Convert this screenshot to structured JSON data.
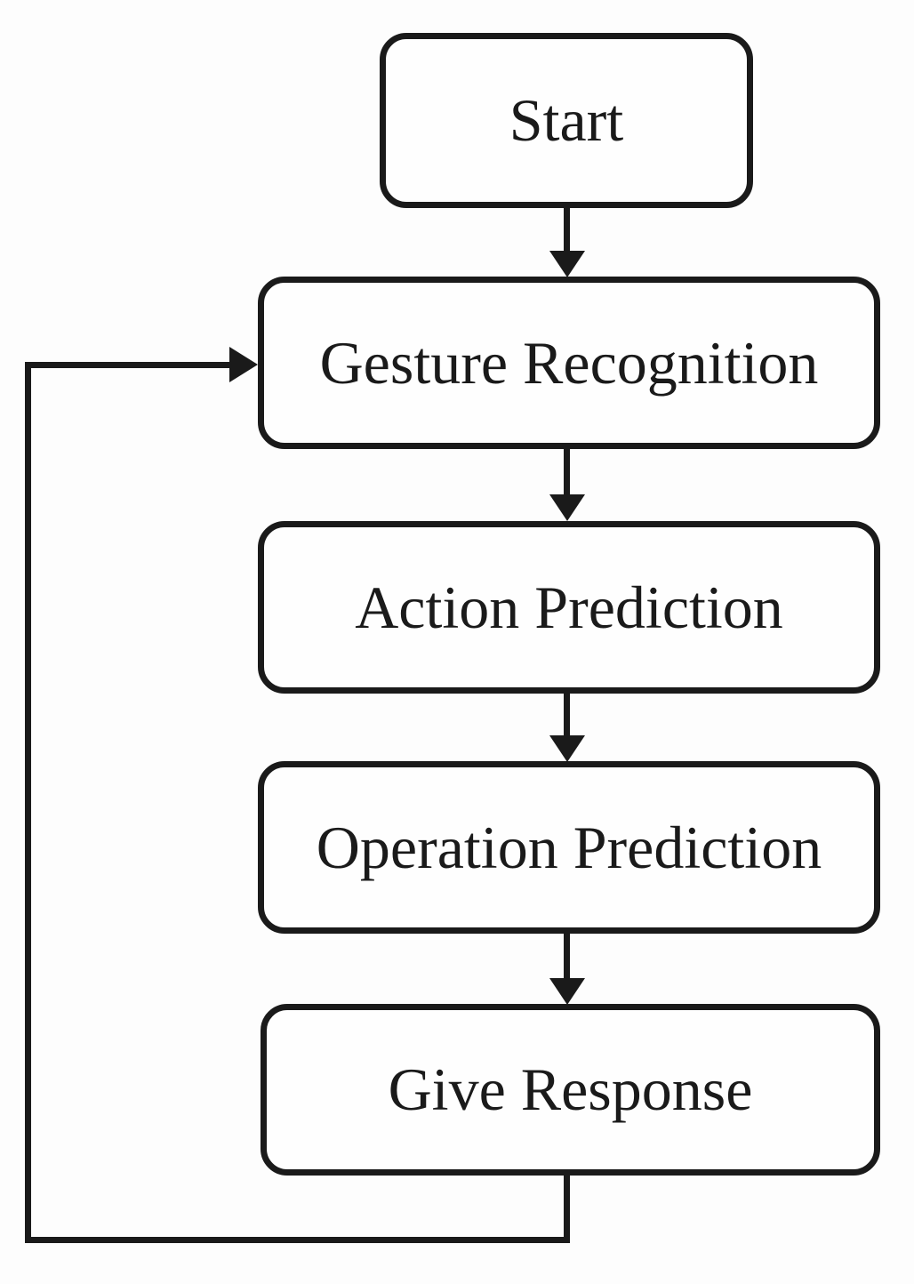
{
  "diagram": {
    "type": "flowchart",
    "background_color": "#fdfdfd",
    "line_color": "#1a1a1a",
    "nodes": [
      {
        "id": "start",
        "label": "Start",
        "shape": "rounded-rectangle"
      },
      {
        "id": "gesture",
        "label": "Gesture Recognition",
        "shape": "rounded-rectangle"
      },
      {
        "id": "action",
        "label": "Action Prediction",
        "shape": "rounded-rectangle"
      },
      {
        "id": "operation",
        "label": "Operation Prediction",
        "shape": "rounded-rectangle"
      },
      {
        "id": "response",
        "label": "Give Response",
        "shape": "rounded-rectangle"
      }
    ],
    "edges": [
      {
        "from": "start",
        "to": "gesture",
        "style": "arrow-down"
      },
      {
        "from": "gesture",
        "to": "action",
        "style": "arrow-down"
      },
      {
        "from": "action",
        "to": "operation",
        "style": "arrow-down"
      },
      {
        "from": "operation",
        "to": "response",
        "style": "arrow-down"
      },
      {
        "from": "response",
        "to": "gesture",
        "style": "feedback-loop-left"
      }
    ]
  }
}
